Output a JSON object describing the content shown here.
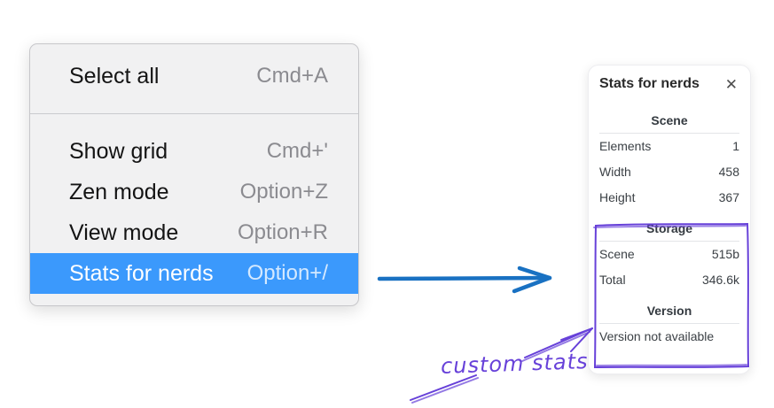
{
  "menu": {
    "items": [
      {
        "label": "Select all",
        "shortcut": "Cmd+A"
      },
      {
        "label": "Show grid",
        "shortcut": "Cmd+'"
      },
      {
        "label": "Zen mode",
        "shortcut": "Option+Z"
      },
      {
        "label": "View mode",
        "shortcut": "Option+R"
      },
      {
        "label": "Stats for nerds",
        "shortcut": "Option+/"
      }
    ],
    "highlighted_item": "Stats for nerds"
  },
  "stats_panel": {
    "title": "Stats for nerds",
    "close_icon": "✕",
    "scene": {
      "heading": "Scene",
      "rows": [
        {
          "label": "Elements",
          "value": "1"
        },
        {
          "label": "Width",
          "value": "458"
        },
        {
          "label": "Height",
          "value": "367"
        }
      ]
    },
    "storage": {
      "heading": "Storage",
      "rows": [
        {
          "label": "Scene",
          "value": "515b"
        },
        {
          "label": "Total",
          "value": "346.6k"
        }
      ]
    },
    "version": {
      "heading": "Version",
      "note": "Version not available"
    }
  },
  "annotations": {
    "custom_stats_label": "custom stats",
    "colors": {
      "blue_arrow": "#1971c2",
      "violet": "#6741d9",
      "menu_highlight": "#3b99fc"
    }
  }
}
